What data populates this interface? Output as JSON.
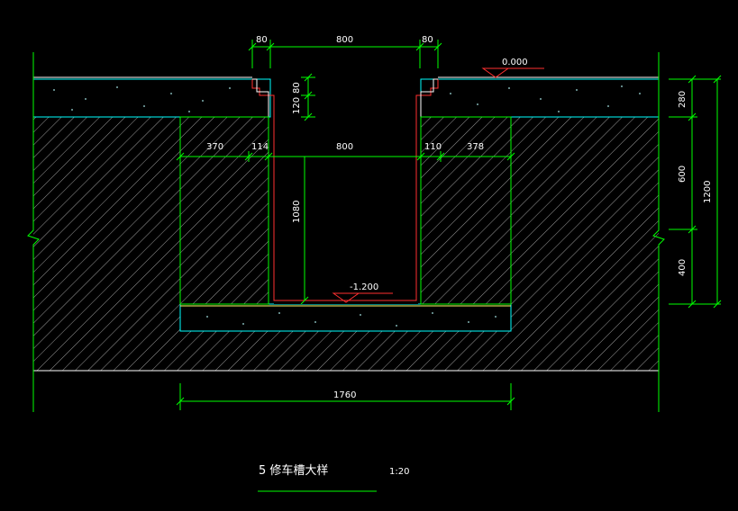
{
  "drawing": {
    "title": "5 修车槽大样",
    "scale": "1:20",
    "colors": {
      "background": "#000000",
      "dimension": "#00ff00",
      "concrete_outline": "#00ffff",
      "pit_lining": "#ff3030",
      "wall_outline": "#ffffff",
      "hatch": "#bfbfbf",
      "elevation_marker": "#ff3030",
      "slab_base_outline": "#ffff66",
      "text": "#ffffff"
    },
    "elevations": {
      "top": "0.000",
      "bottom": "-1.200"
    },
    "dimensions": {
      "top_left_ledge": "80",
      "top_opening": "800",
      "top_right_ledge": "80",
      "ledge_depth": "80",
      "slab_top_part": "120",
      "left_wall": "370",
      "left_liner": "114",
      "pit_width": "800",
      "right_liner": "110",
      "right_wall": "378",
      "pit_depth": "1080",
      "right_upper": "280",
      "right_middle": "600",
      "right_lower": "400",
      "right_total": "1200",
      "bottom_total": "1760"
    }
  }
}
